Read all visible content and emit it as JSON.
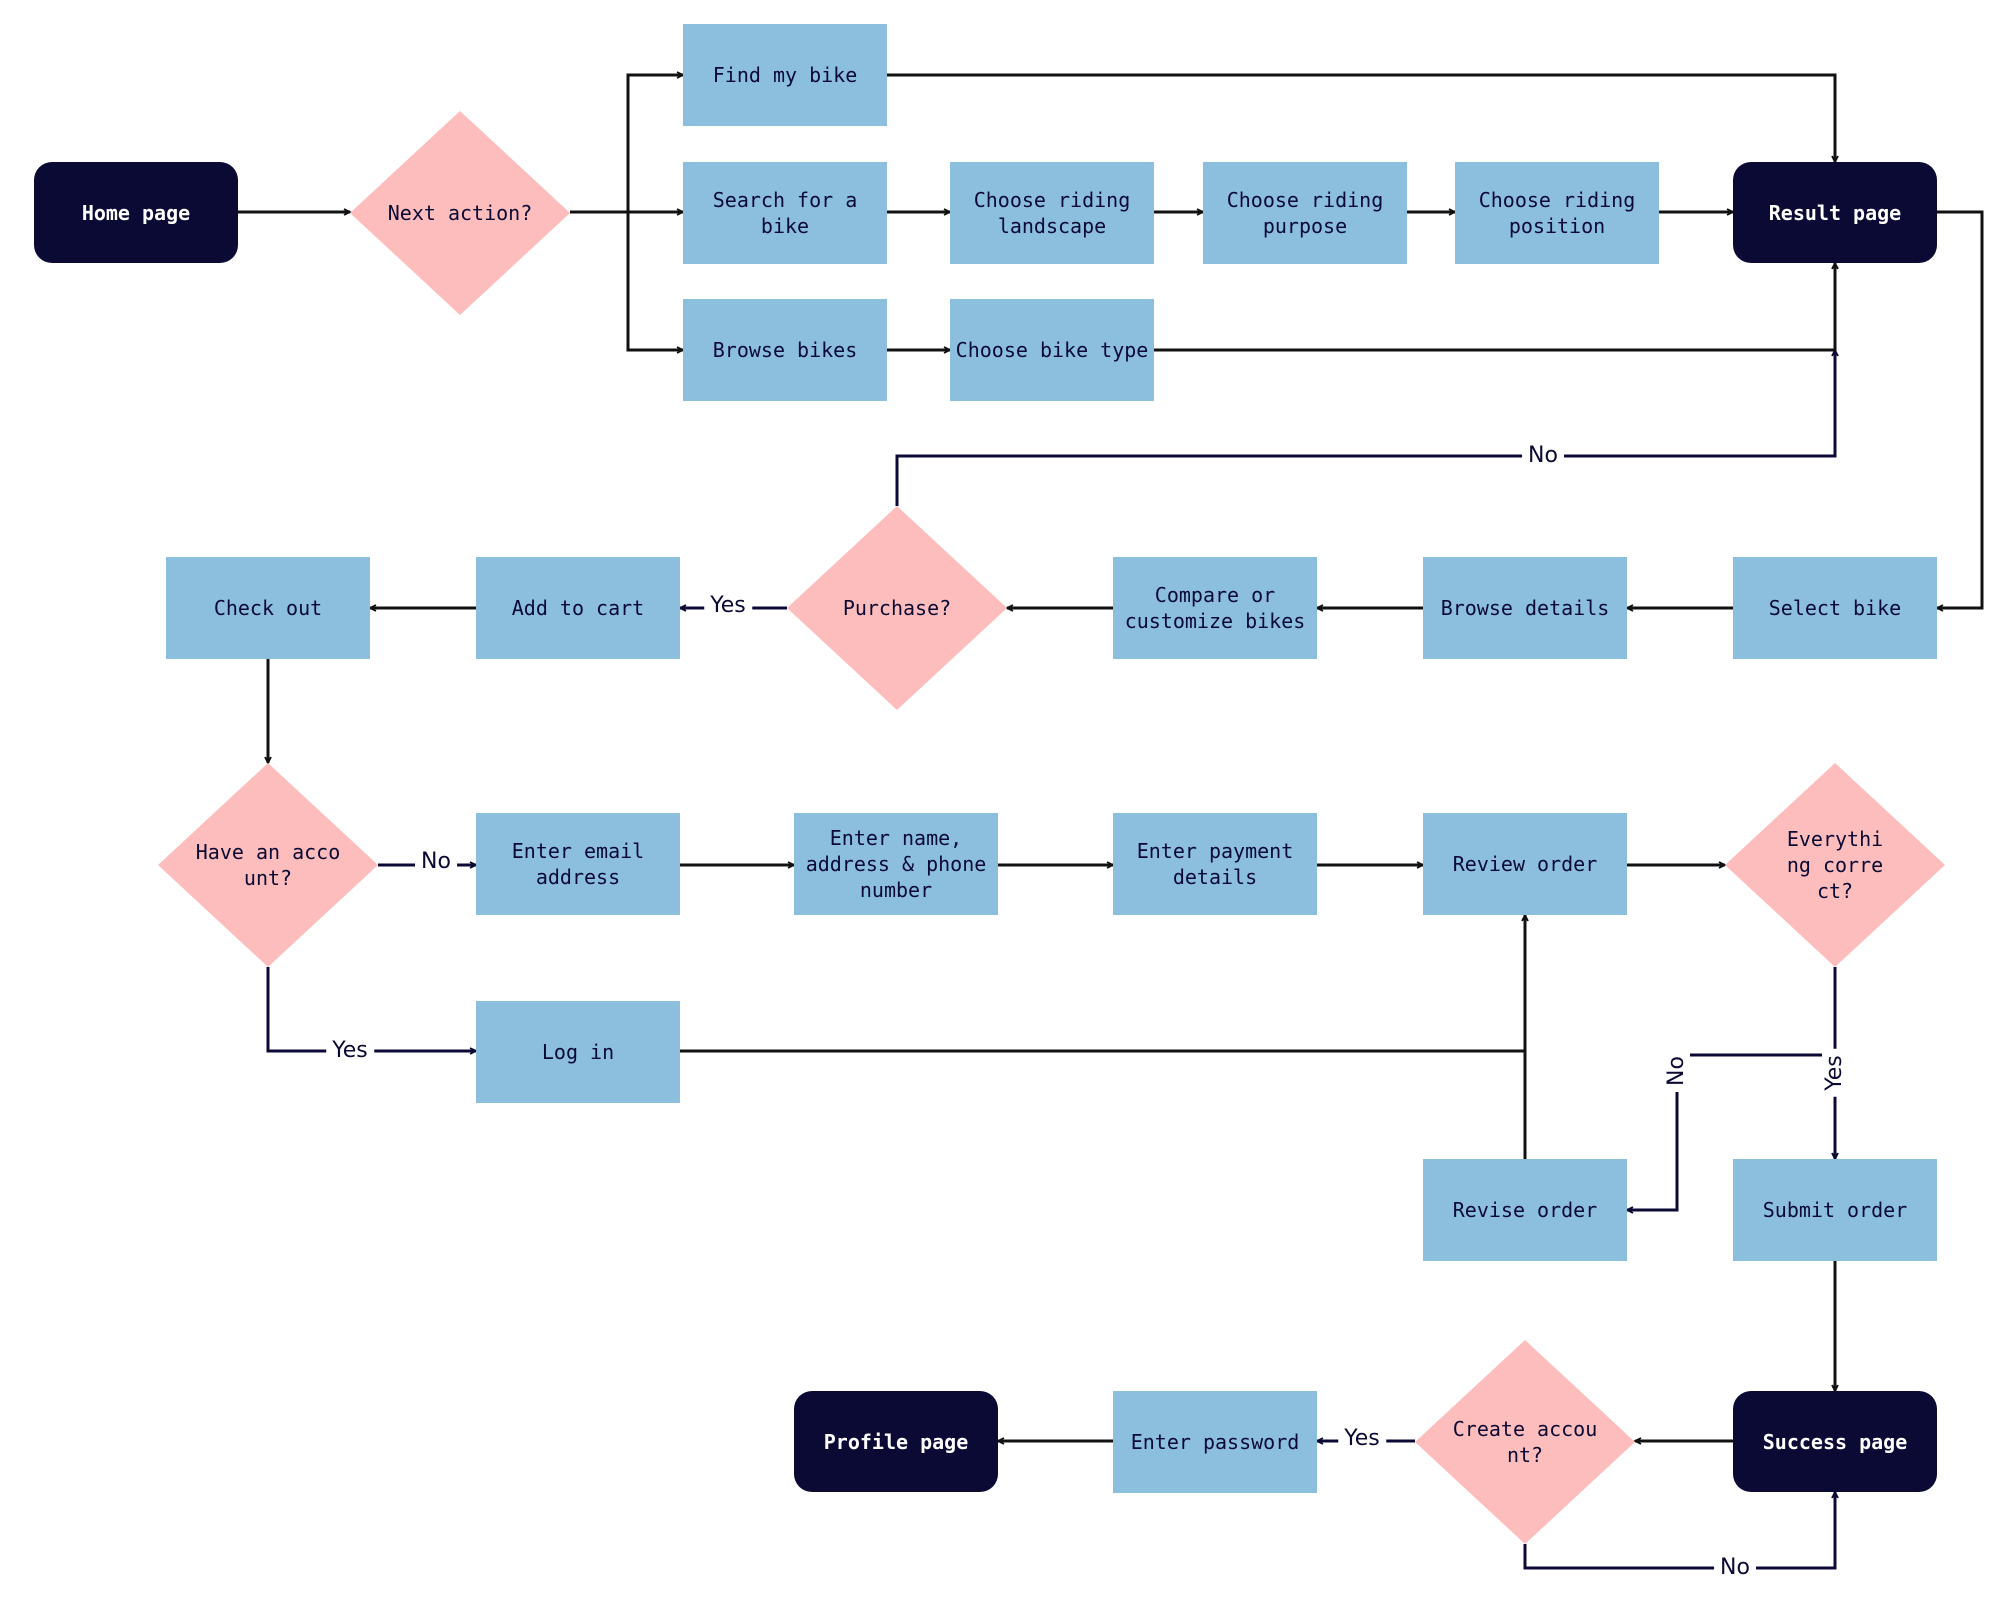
{
  "colors": {
    "process_fill": "#8bbfdd",
    "decision_fill": "#fdbdbd",
    "terminal_fill": "#0b0a35",
    "text_dark": "#0b0a35",
    "edge_black": "#111111",
    "edge_navy": "#0b0a35"
  },
  "nodes": {
    "home": "Home page",
    "next_action": "Next action?",
    "find_bike": "Find my bike",
    "search_bike": "Search for a bike",
    "browse_bikes": "Browse bikes",
    "landscape": "Choose riding landscape",
    "purpose": "Choose riding purpose",
    "position": "Choose riding position",
    "bike_type": "Choose bike type",
    "result": "Result page",
    "select_bike": "Select bike",
    "browse_details": "Browse details",
    "compare": "Compare or customize bikes",
    "purchase": "Purchase?",
    "add_cart": "Add to cart",
    "checkout": "Check out",
    "have_account": "Have an account?",
    "enter_email": "Enter email address",
    "enter_name": "Enter name, address & phone number",
    "enter_payment": "Enter payment details",
    "review_order": "Review order",
    "everything_correct": "Everything correct?",
    "log_in": "Log in",
    "revise_order": "Revise order",
    "submit_order": "Submit order",
    "success": "Success page",
    "create_account": "Create account?",
    "enter_password": "Enter password",
    "profile": "Profile page"
  },
  "edge_labels": {
    "purchase_no": "No",
    "purchase_yes": "Yes",
    "account_no": "No",
    "account_yes": "Yes",
    "correct_no": "No",
    "correct_yes": "Yes",
    "create_yes": "Yes",
    "create_no": "No"
  }
}
